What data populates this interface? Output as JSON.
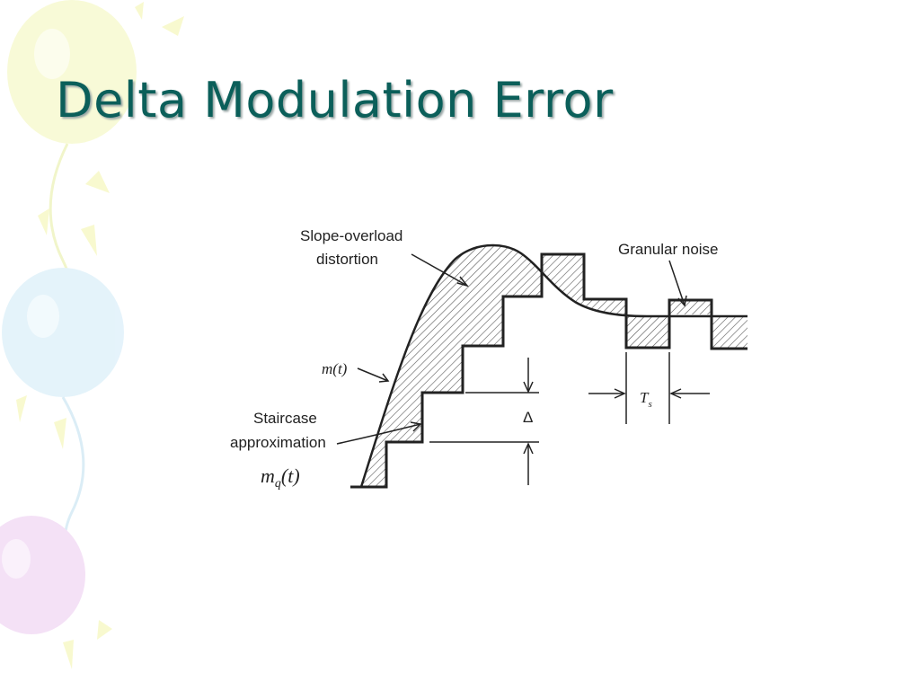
{
  "slide": {
    "title": "Delta Modulation Error"
  },
  "diagram": {
    "labels": {
      "slope_overload_line1": "Slope-overload",
      "slope_overload_line2": "distortion",
      "granular_noise": "Granular noise",
      "m_t": "m(t)",
      "staircase_line1": "Staircase",
      "staircase_line2": "approximation",
      "mq_m": "m",
      "mq_sub": "q",
      "mq_t": "(t)",
      "delta": "Δ",
      "ts_T": "T",
      "ts_sub": "s"
    }
  },
  "colors": {
    "title": "#0b5f5a",
    "line": "#222222",
    "hatch": "#555555"
  }
}
